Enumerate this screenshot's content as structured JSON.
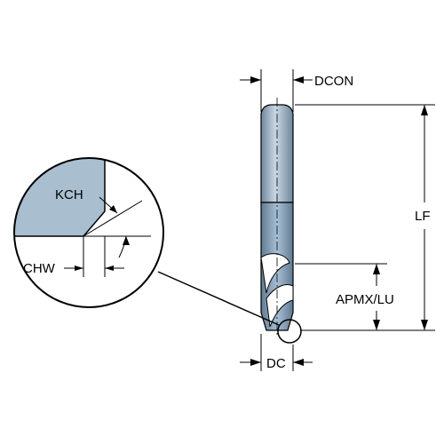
{
  "labels": {
    "dcon": "DCON",
    "lf": "LF",
    "apmx_lu": "APMX/LU",
    "dc": "DC",
    "kch": "KCH",
    "chw": "CHW"
  },
  "colors": {
    "tool_body": "#9eb4c8",
    "tool_shade": "#7f98ad",
    "detail_fill": "#a9bfd0",
    "line": "#000000",
    "background": "#ffffff"
  }
}
